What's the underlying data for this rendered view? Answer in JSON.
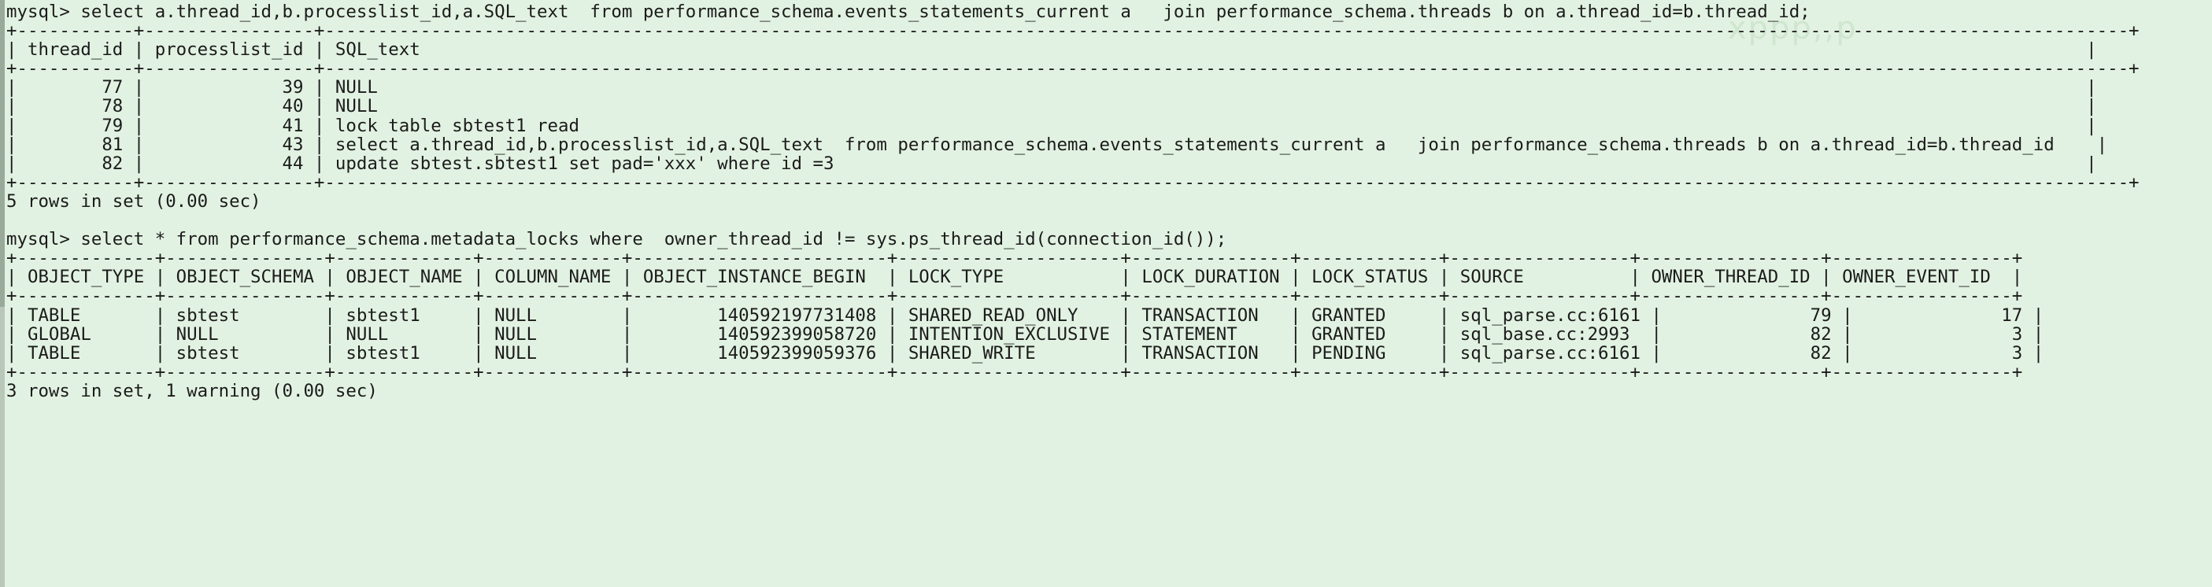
{
  "terminal": {
    "prompt": "mysql> ",
    "background_color": "#e2f2e2",
    "text_color": "#1b1b1b",
    "watermark": "xppp,,p"
  },
  "blocks": [
    {
      "name": "query-1",
      "command": "mysql> select a.thread_id,b.processlist_id,a.SQL_text  from performance_schema.events_statements_current a   join performance_schema.threads b on a.thread_id=b.thread_id;",
      "rule_top": "+-----------+----------------+--------------------------------------------------------------------------------------------------------------------------------------------------------------------------+",
      "header": "| thread_id | processlist_id | SQL_text                                                                                                                                                             |",
      "rule_mid": "+-----------+----------------+--------------------------------------------------------------------------------------------------------------------------------------------------------------------------+",
      "rows": [
        "|        77 |             39 | NULL                                                                                                                                                                 |",
        "|        78 |             40 | NULL                                                                                                                                                                 |",
        "|        79 |             41 | lock table sbtest1 read                                                                                                                                              |",
        "|        81 |             43 | select a.thread_id,b.processlist_id,a.SQL_text  from performance_schema.events_statements_current a   join performance_schema.threads b on a.thread_id=b.thread_id    |",
        "|        82 |             44 | update sbtest.sbtest1 set pad='xxx' where id =3                                                                                                                      |"
      ],
      "rule_bottom": "+-----------+----------------+--------------------------------------------------------------------------------------------------------------------------------------------------------------------------+",
      "status": "5 rows in set (0.00 sec)"
    },
    {
      "name": "query-2",
      "command": "mysql> select * from performance_schema.metadata_locks where  owner_thread_id != sys.ps_thread_id(connection_id());",
      "rule_top": "+-------------+---------------+-------------+-------------+------------------------+---------------------+---------------+-------------+-----------------+-----------------+-----------------+",
      "header": "| OBJECT_TYPE | OBJECT_SCHEMA | OBJECT_NAME | COLUMN_NAME | OBJECT_INSTANCE_BEGIN  | LOCK_TYPE           | LOCK_DURATION | LOCK_STATUS | SOURCE          | OWNER_THREAD_ID | OWNER_EVENT_ID  |",
      "rule_mid": "+-------------+---------------+-------------+-------------+------------------------+---------------------+---------------+-------------+-----------------+-----------------+-----------------+",
      "rows": [
        "| TABLE       | sbtest        | sbtest1     | NULL        |        140592197731408 | SHARED_READ_ONLY    | TRANSACTION   | GRANTED     | sql_parse.cc:6161 |              79 |              17 |",
        "| GLOBAL      | NULL          | NULL        | NULL        |        140592399058720 | INTENTION_EXCLUSIVE | STATEMENT     | GRANTED     | sql_base.cc:2993  |              82 |               3 |",
        "| TABLE       | sbtest        | sbtest1     | NULL        |        140592399059376 | SHARED_WRITE        | TRANSACTION   | PENDING     | sql_parse.cc:6161 |              82 |               3 |"
      ],
      "rule_bottom": "+-------------+---------------+-------------+-------------+------------------------+---------------------+---------------+-------------+-----------------+-----------------+-----------------+",
      "status": "3 rows in set, 1 warning (0.00 sec)"
    }
  ],
  "tables": [
    {
      "name": "events-statements-current-join-threads",
      "columns": [
        "thread_id",
        "processlist_id",
        "SQL_text"
      ],
      "data": [
        [
          "77",
          "39",
          "NULL"
        ],
        [
          "78",
          "40",
          "NULL"
        ],
        [
          "79",
          "41",
          "lock table sbtest1 read"
        ],
        [
          "81",
          "43",
          "select a.thread_id,b.processlist_id,a.SQL_text  from performance_schema.events_statements_current a   join performance_schema.threads b on a.thread_id=b.thread_id"
        ],
        [
          "82",
          "44",
          "update sbtest.sbtest1 set pad='xxx' where id =3"
        ]
      ]
    },
    {
      "name": "metadata-locks",
      "columns": [
        "OBJECT_TYPE",
        "OBJECT_SCHEMA",
        "OBJECT_NAME",
        "COLUMN_NAME",
        "OBJECT_INSTANCE_BEGIN",
        "LOCK_TYPE",
        "LOCK_DURATION",
        "LOCK_STATUS",
        "SOURCE",
        "OWNER_THREAD_ID",
        "OWNER_EVENT_ID"
      ],
      "data": [
        [
          "TABLE",
          "sbtest",
          "sbtest1",
          "NULL",
          "140592197731408",
          "SHARED_READ_ONLY",
          "TRANSACTION",
          "GRANTED",
          "sql_parse.cc:6161",
          "79",
          "17"
        ],
        [
          "GLOBAL",
          "NULL",
          "NULL",
          "NULL",
          "140592399058720",
          "INTENTION_EXCLUSIVE",
          "STATEMENT",
          "GRANTED",
          "sql_base.cc:2993",
          "82",
          "3"
        ],
        [
          "TABLE",
          "sbtest",
          "sbtest1",
          "NULL",
          "140592399059376",
          "SHARED_WRITE",
          "TRANSACTION",
          "PENDING",
          "sql_parse.cc:6161",
          "82",
          "3"
        ]
      ]
    }
  ]
}
